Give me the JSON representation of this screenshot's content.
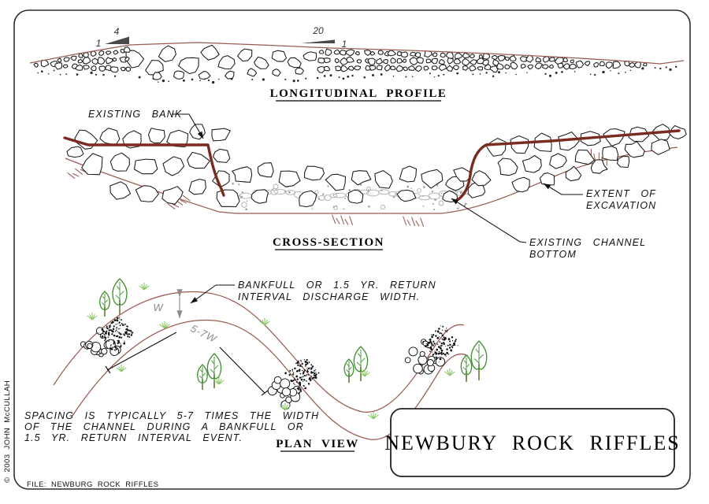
{
  "frame": {
    "copyright": "© 2003 JOHN McCULLAH",
    "file_label": "FILE: NEWBURG ROCK RIFFLES"
  },
  "longitudinal_profile": {
    "title": "LONGITUDINAL PROFILE",
    "slope_left_run": "4",
    "slope_left_rise": "1",
    "slope_right_run": "20",
    "slope_right_rise": "1"
  },
  "cross_section": {
    "title": "CROSS-SECTION",
    "existing_bank_label": "EXISTING BANK",
    "extent_of_excavation_line1": "EXTENT OF",
    "extent_of_excavation_line2": "EXCAVATION",
    "existing_channel_bottom_line1": "EXISTING CHANNEL",
    "existing_channel_bottom_line2": "BOTTOM"
  },
  "plan_view": {
    "title": "PLAN VIEW",
    "bankfull_note_line1": "BANKFULL OR 1.5 YR. RETURN",
    "bankfull_note_line2": "INTERVAL DISCHARGE WIDTH.",
    "width_label": "W",
    "spacing_label": "5-7W",
    "spacing_note_line1": "SPACING IS TYPICALLY 5-7 TIMES THE WIDTH",
    "spacing_note_line2": "OF THE CHANNEL DURING A BANKFULL OR",
    "spacing_note_line3": "1.5 YR. RETURN INTERVAL EVENT."
  },
  "title_block": {
    "title": "NEWBURY ROCK RIFFLES"
  },
  "colors": {
    "bank_line": "#7a2b20",
    "earth_line": "#9b5c50",
    "tree_green": "#3f8f2e",
    "trunk_olive": "#6f7f44",
    "grass_green": "#8cc86a",
    "stone_gray": "#b5b5b5",
    "dim_gray": "#8a8a8a",
    "ink": "#1a1a1a"
  }
}
